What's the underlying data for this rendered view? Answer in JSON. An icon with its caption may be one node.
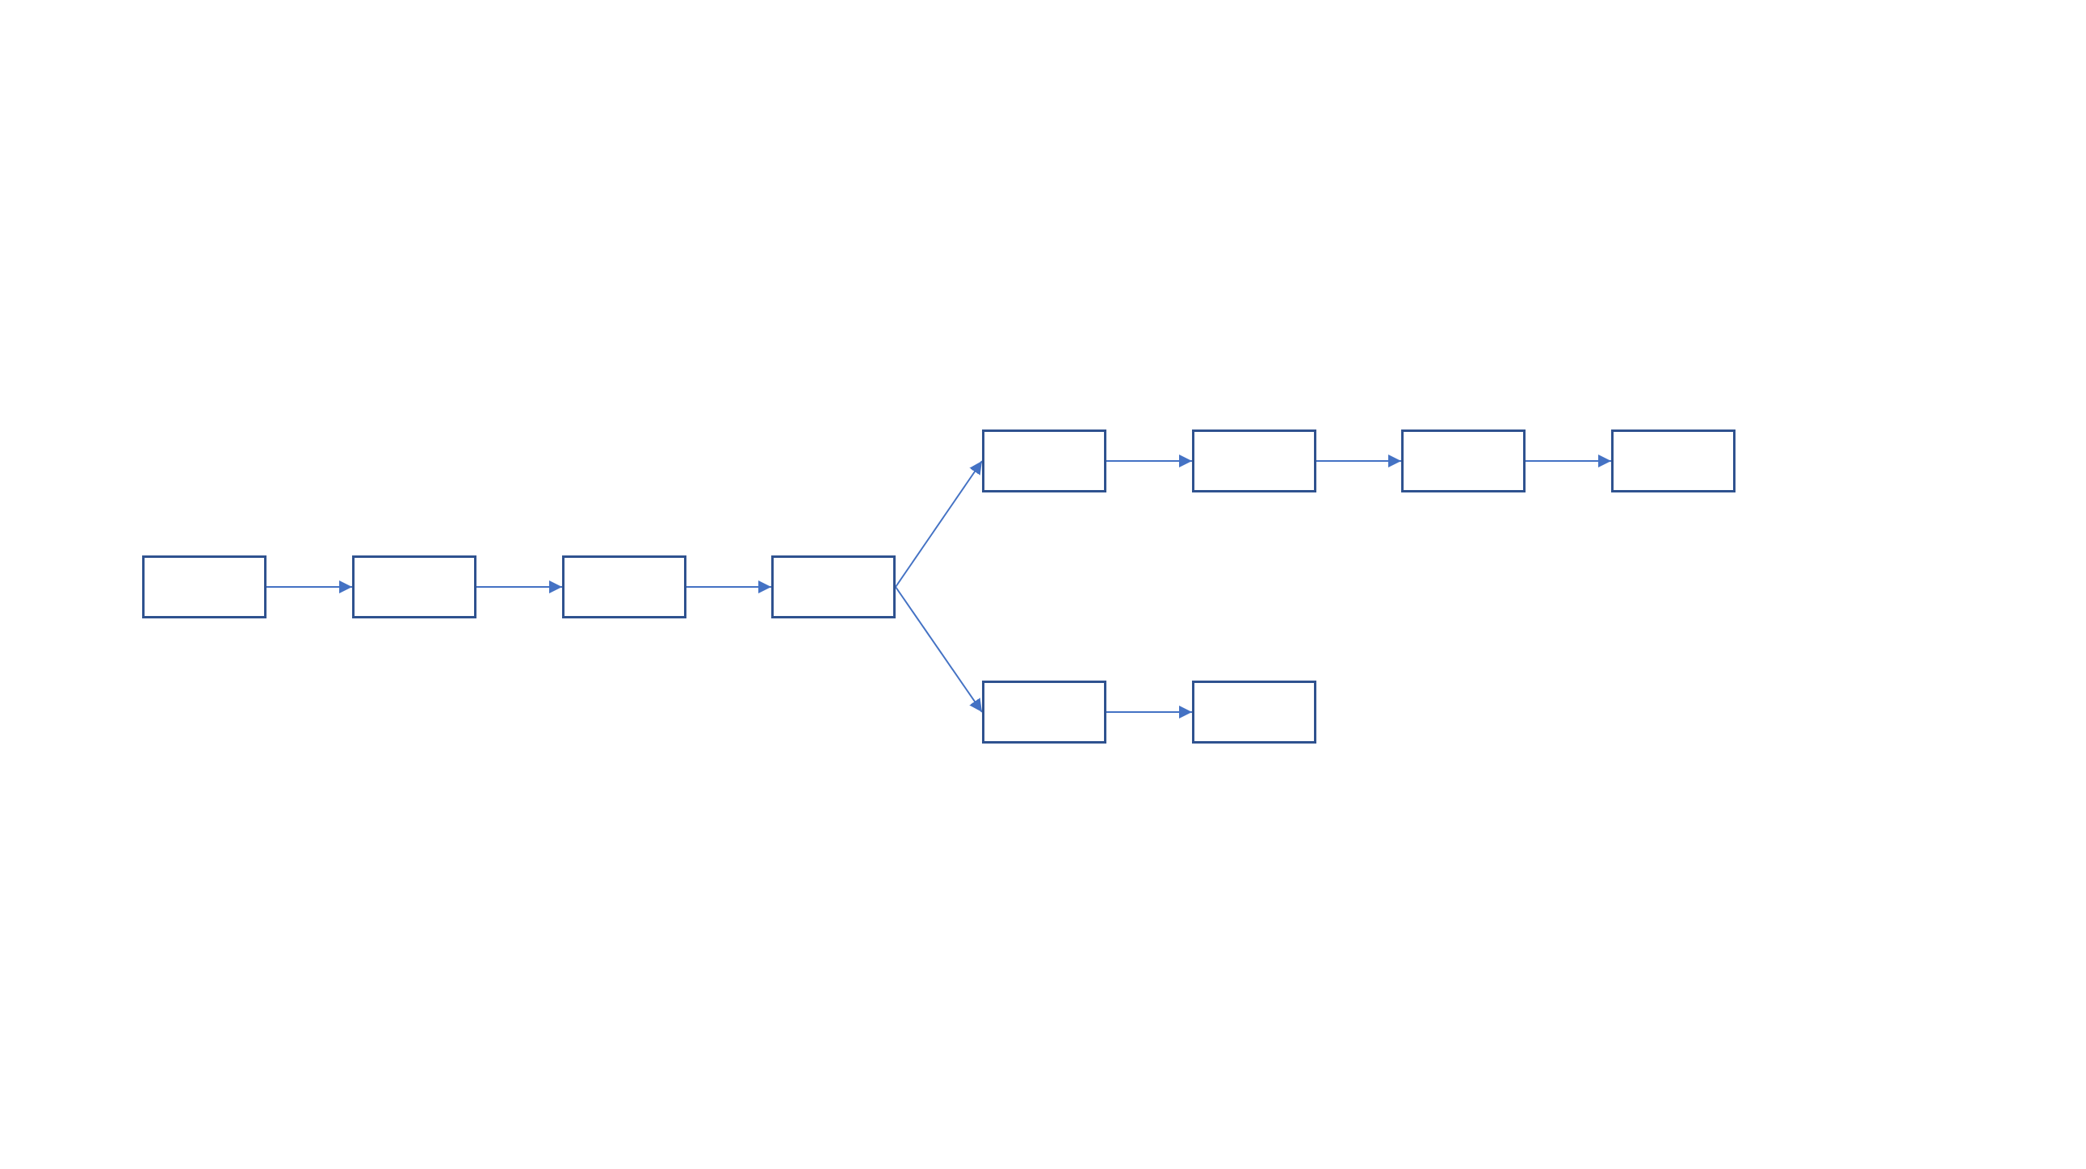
{
  "diagram": {
    "nodes": [
      {
        "text": [],
        "shape": "box"
      },
      {
        "text": [],
        "shape": "box"
      },
      {
        "text": [],
        "shape": "box"
      },
      {
        "text": [],
        "shape": "box"
      },
      {
        "text": [],
        "shape": "box"
      },
      {
        "text": [],
        "shape": "box"
      },
      {
        "text": [],
        "shape": "box"
      },
      {
        "text": [],
        "shape": "box"
      },
      {
        "text": [],
        "shape": "box"
      },
      {
        "text": [],
        "shape": "box"
      }
    ],
    "edges": [
      {
        "from": 0,
        "to": 1,
        "arrow": "to"
      },
      {
        "from": 1,
        "to": 2,
        "arrow": "to"
      },
      {
        "from": 2,
        "to": 3,
        "arrow": "to"
      },
      {
        "from": 3,
        "to": 4,
        "arrow": "to"
      },
      {
        "from": 3,
        "to": 8,
        "arrow": "to"
      },
      {
        "from": 4,
        "to": 5,
        "arrow": "to"
      },
      {
        "from": 5,
        "to": 6,
        "arrow": "to"
      },
      {
        "from": 6,
        "to": 7,
        "arrow": "to"
      },
      {
        "from": 8,
        "to": 9,
        "arrow": "to"
      }
    ]
  }
}
